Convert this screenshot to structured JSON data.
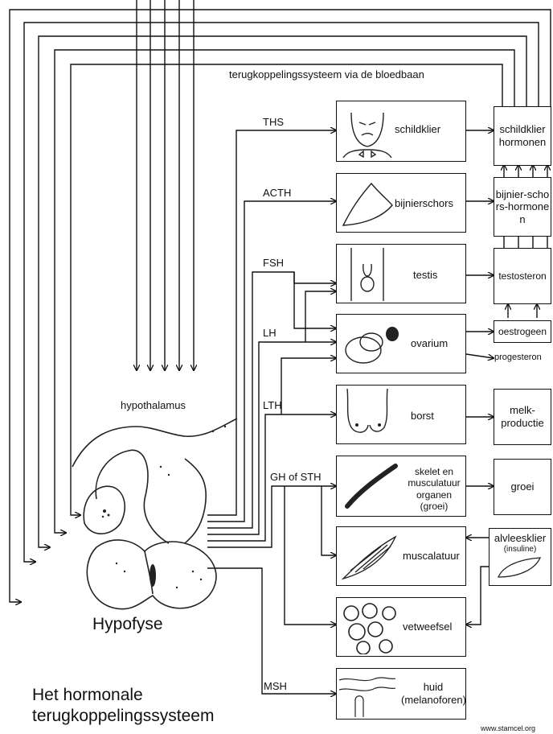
{
  "feedback_label": "terugkoppelingssysteem via de bloedbaan",
  "hypothalamus_label": "hypothalamus",
  "hypophysis_label": "Hypofyse",
  "caption": {
    "line1": "Het hormonale",
    "line2": "terugkoppelingssysteem"
  },
  "credit": "www.stamcel.org",
  "hormones": {
    "ths": "THS",
    "acth": "ACTH",
    "fsh": "FSH",
    "lh": "LH",
    "lth": "LTH",
    "gh": "GH of STH",
    "msh": "MSH"
  },
  "organs": {
    "thyroid": "schildklier",
    "adrenal": "bijnierschors",
    "testis": "testis",
    "ovary": "ovarium",
    "breast": "borst",
    "skeleton": "skelet en musculatuur organen (groei)",
    "muscle": "muscalatuur",
    "fat": "vetweefsel",
    "skin": "huid (melanoforen)"
  },
  "products": {
    "thyroid_hormones": "schildklier hormonen",
    "adrenal_hormones": "bijnier-schors-hormonen",
    "testosterone": "testosteron",
    "estrogen": "oestrogeen",
    "progesterone": "progesteron",
    "milk": "melk-productie",
    "growth": "groei",
    "pancreas": "alvleesklier",
    "insulin": "(insuline)"
  }
}
